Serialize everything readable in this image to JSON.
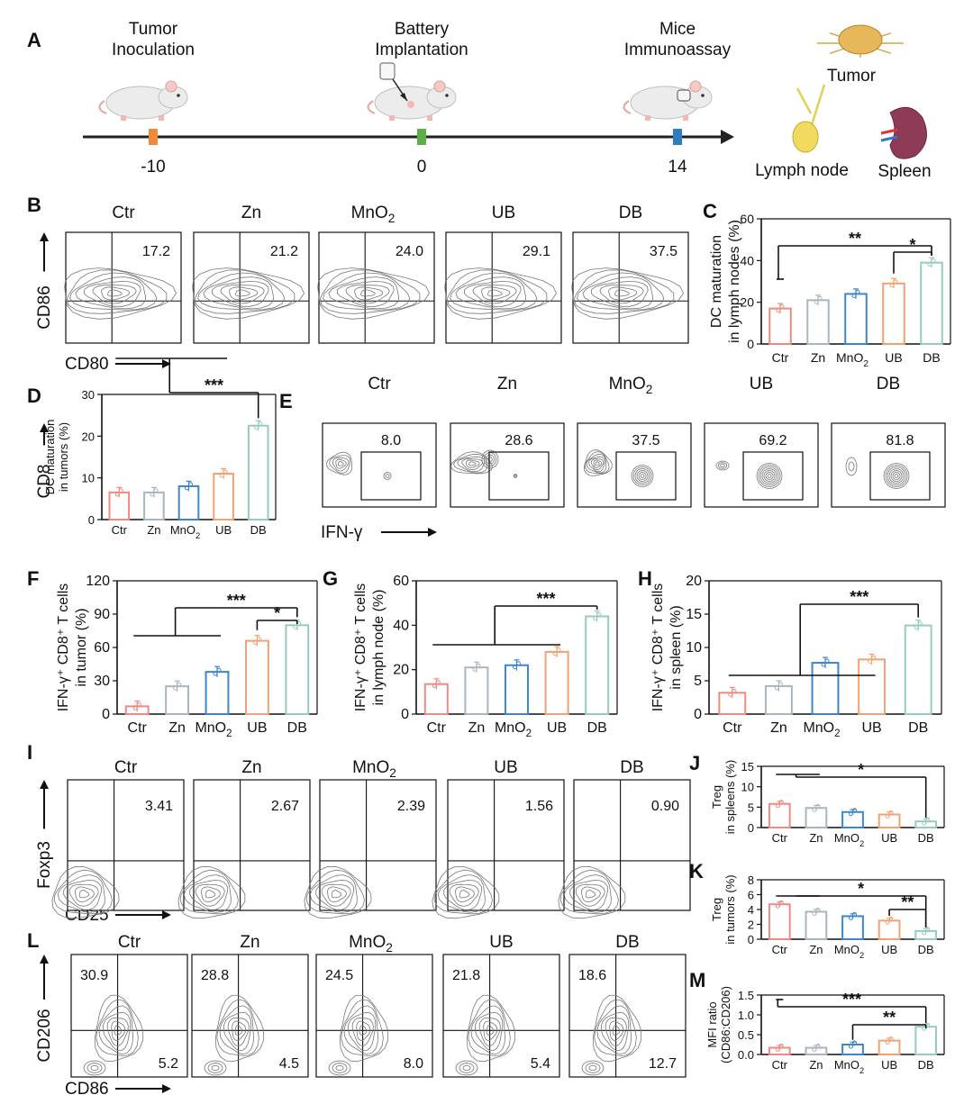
{
  "colors": [
    "#f08a80",
    "#a9b5bf",
    "#3d87c9",
    "#f2a272",
    "#96cdb7"
  ],
  "groups_plain": [
    "Ctr",
    "Zn",
    "MnO",
    "UB",
    "DB"
  ],
  "timeline": {
    "panel": "A",
    "events": [
      {
        "label1": "Tumor",
        "label2": "Inoculation",
        "day": "-10",
        "color": "#f08b3c"
      },
      {
        "label1": "Battery",
        "label2": "Implantation",
        "day": "0",
        "color": "#5cae46"
      },
      {
        "label1": "Mice",
        "label2": "Immunoassay",
        "day": "14",
        "color": "#2f7cc0"
      }
    ],
    "organs": [
      "Tumor",
      "Lymph node",
      "Spleen"
    ]
  },
  "flow_rows": [
    {
      "panel": "B",
      "ylab": "CD86",
      "xlab": "CD80",
      "quad": "single",
      "values": [
        "17.2",
        "21.2",
        "24.0",
        "29.1",
        "37.5"
      ]
    },
    {
      "panel": "E",
      "ylab": "CD8",
      "xlab": "IFN-γ",
      "quad": "gate",
      "values": [
        "8.0",
        "28.6",
        "37.5",
        "69.2",
        "81.8"
      ]
    },
    {
      "panel": "I",
      "ylab": "Foxp3",
      "xlab": "CD25",
      "quad": "single",
      "values": [
        "3.41",
        "2.67",
        "2.39",
        "1.56",
        "0.90"
      ]
    },
    {
      "panel": "L",
      "ylab": "CD206",
      "xlab": "CD86",
      "quad": "double",
      "values": [
        "30.9",
        "28.8",
        "24.5",
        "21.8",
        "18.6"
      ],
      "values2": [
        "5.2",
        "4.5",
        "8.0",
        "5.4",
        "12.7"
      ]
    }
  ],
  "chart_data": [
    {
      "panel": "C",
      "type": "bar",
      "categories": [
        "Ctr",
        "Zn",
        "MnO2",
        "UB",
        "DB"
      ],
      "values": [
        17,
        21,
        24,
        29,
        39
      ],
      "ylabel_lines": [
        "DC maturation",
        "in lymph nodes (%)"
      ],
      "ylim": [
        0,
        60
      ],
      "yticks": [
        0,
        20,
        40,
        60
      ],
      "sig": [
        "**",
        "*"
      ]
    },
    {
      "panel": "D",
      "type": "bar",
      "categories": [
        "Ctr",
        "Zn",
        "MnO2",
        "UB",
        "DB"
      ],
      "values": [
        6.5,
        6.5,
        8,
        11,
        22.5
      ],
      "ylabel_lines": [
        "DC maturation",
        "in tumors (%)"
      ],
      "ylim": [
        0,
        30
      ],
      "yticks": [
        0,
        10,
        20,
        30
      ],
      "sig": [
        "***"
      ]
    },
    {
      "panel": "F",
      "type": "bar",
      "categories": [
        "Ctr",
        "Zn",
        "MnO2",
        "UB",
        "DB"
      ],
      "values": [
        7,
        25,
        38,
        66,
        80
      ],
      "ylabel_lines": [
        "IFN-γ⁺ CD8⁺ T cells",
        "in tumor (%)"
      ],
      "ylim": [
        0,
        120
      ],
      "yticks": [
        0,
        30,
        60,
        90,
        120
      ],
      "sig": [
        "***",
        "*"
      ]
    },
    {
      "panel": "G",
      "type": "bar",
      "categories": [
        "Ctr",
        "Zn",
        "MnO2",
        "UB",
        "DB"
      ],
      "values": [
        13.5,
        21,
        22,
        28,
        44
      ],
      "ylabel_lines": [
        "IFN-γ⁺ CD8⁺ T cells",
        "in lymph node (%)"
      ],
      "ylim": [
        0,
        60
      ],
      "yticks": [
        0,
        20,
        40,
        60
      ],
      "sig": [
        "***"
      ]
    },
    {
      "panel": "H",
      "type": "bar",
      "categories": [
        "Ctr",
        "Zn",
        "MnO2",
        "UB",
        "DB"
      ],
      "values": [
        3.2,
        4.2,
        7.7,
        8.2,
        13.3
      ],
      "ylabel_lines": [
        "IFN-γ⁺ CD8⁺ T cells",
        "in spleen (%)"
      ],
      "ylim": [
        0,
        20
      ],
      "yticks": [
        0,
        5,
        10,
        15,
        20
      ],
      "sig": [
        "***"
      ]
    },
    {
      "panel": "J",
      "type": "bar",
      "categories": [
        "Ctr",
        "Zn",
        "MnO2",
        "UB",
        "DB"
      ],
      "values": [
        5.8,
        4.8,
        3.8,
        3.2,
        1.5
      ],
      "ylabel_lines": [
        "Treg",
        "in spleens (%)"
      ],
      "ylim": [
        0,
        15
      ],
      "yticks": [
        0,
        5,
        10,
        15
      ],
      "sig": [
        "*"
      ]
    },
    {
      "panel": "K",
      "type": "bar",
      "categories": [
        "Ctr",
        "Zn",
        "MnO2",
        "UB",
        "DB"
      ],
      "values": [
        4.7,
        3.7,
        3.1,
        2.5,
        1.1
      ],
      "ylabel_lines": [
        "Treg",
        "in tumors (%)"
      ],
      "ylim": [
        0,
        8
      ],
      "yticks": [
        0,
        2,
        4,
        6,
        8
      ],
      "sig": [
        "*",
        "**"
      ]
    },
    {
      "panel": "M",
      "type": "bar",
      "categories": [
        "Ctr",
        "Zn",
        "MnO2",
        "UB",
        "DB"
      ],
      "values": [
        0.17,
        0.17,
        0.25,
        0.35,
        0.7
      ],
      "ylabel_lines": [
        "MFI ratio",
        "(CD86:CD206)"
      ],
      "ylim": [
        0,
        1.5
      ],
      "yticks": [
        0,
        0.5,
        1.0,
        1.5
      ],
      "sig": [
        "***",
        "**"
      ]
    }
  ]
}
